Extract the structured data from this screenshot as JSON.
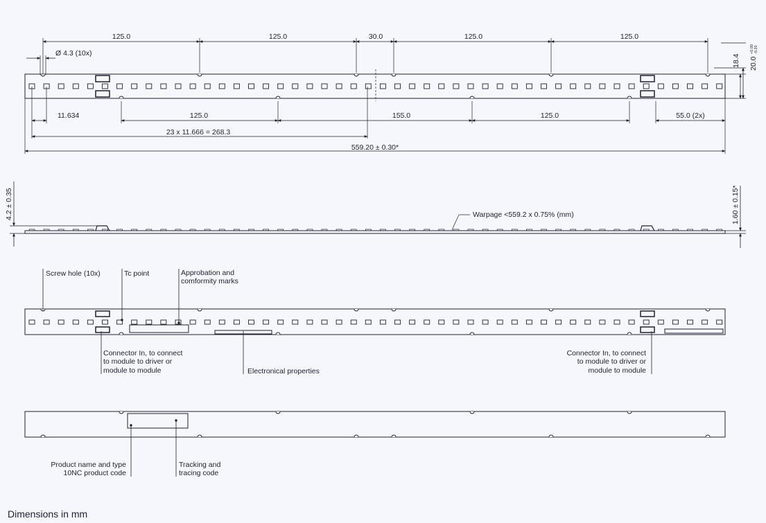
{
  "top_view": {
    "dims_top": [
      "125.0",
      "125.0",
      "30.0",
      "125.0",
      "125.0"
    ],
    "hole_label": "Ø 4.3 (10x)",
    "dims_mid": [
      "11.634",
      "125.0",
      "155.0",
      "125.0",
      "55.0 (2x)"
    ],
    "pitch_label": "23 x 11.666 = 268.3",
    "overall_label": "559.20 ± 0.30*",
    "height_inner": "18.4",
    "height_outer_main": "20.0",
    "height_outer_tol_plus": "+0.00",
    "height_outer_tol_minus": "-0.20"
  },
  "side_view": {
    "height_label": "4.2 ± 0.35",
    "thickness_label": "1.60 ± 0.15*",
    "warpage_label": "Warpage <559.2 x 0.75% (mm)"
  },
  "component_view": {
    "screw_hole": "Screw hole (10x)",
    "tc_point": "Tc point",
    "approbation_line1": "Approbation and",
    "approbation_line2": "comformity marks",
    "connector_left": [
      "Connector In, to connect",
      "to module to driver or",
      "module to module"
    ],
    "electronical": "Electronical properties",
    "connector_right": [
      "Connector In, to connect",
      "to module to driver or",
      "module to module"
    ]
  },
  "back_view": {
    "product_line1": "Product name and type",
    "product_line2": "10NC product code",
    "tracking_line1": "Tracking and",
    "tracking_line2": "tracing code"
  },
  "footer": "Dimensions in mm",
  "colors": {
    "background": "#f5f7fb",
    "line": "#1d2030"
  }
}
